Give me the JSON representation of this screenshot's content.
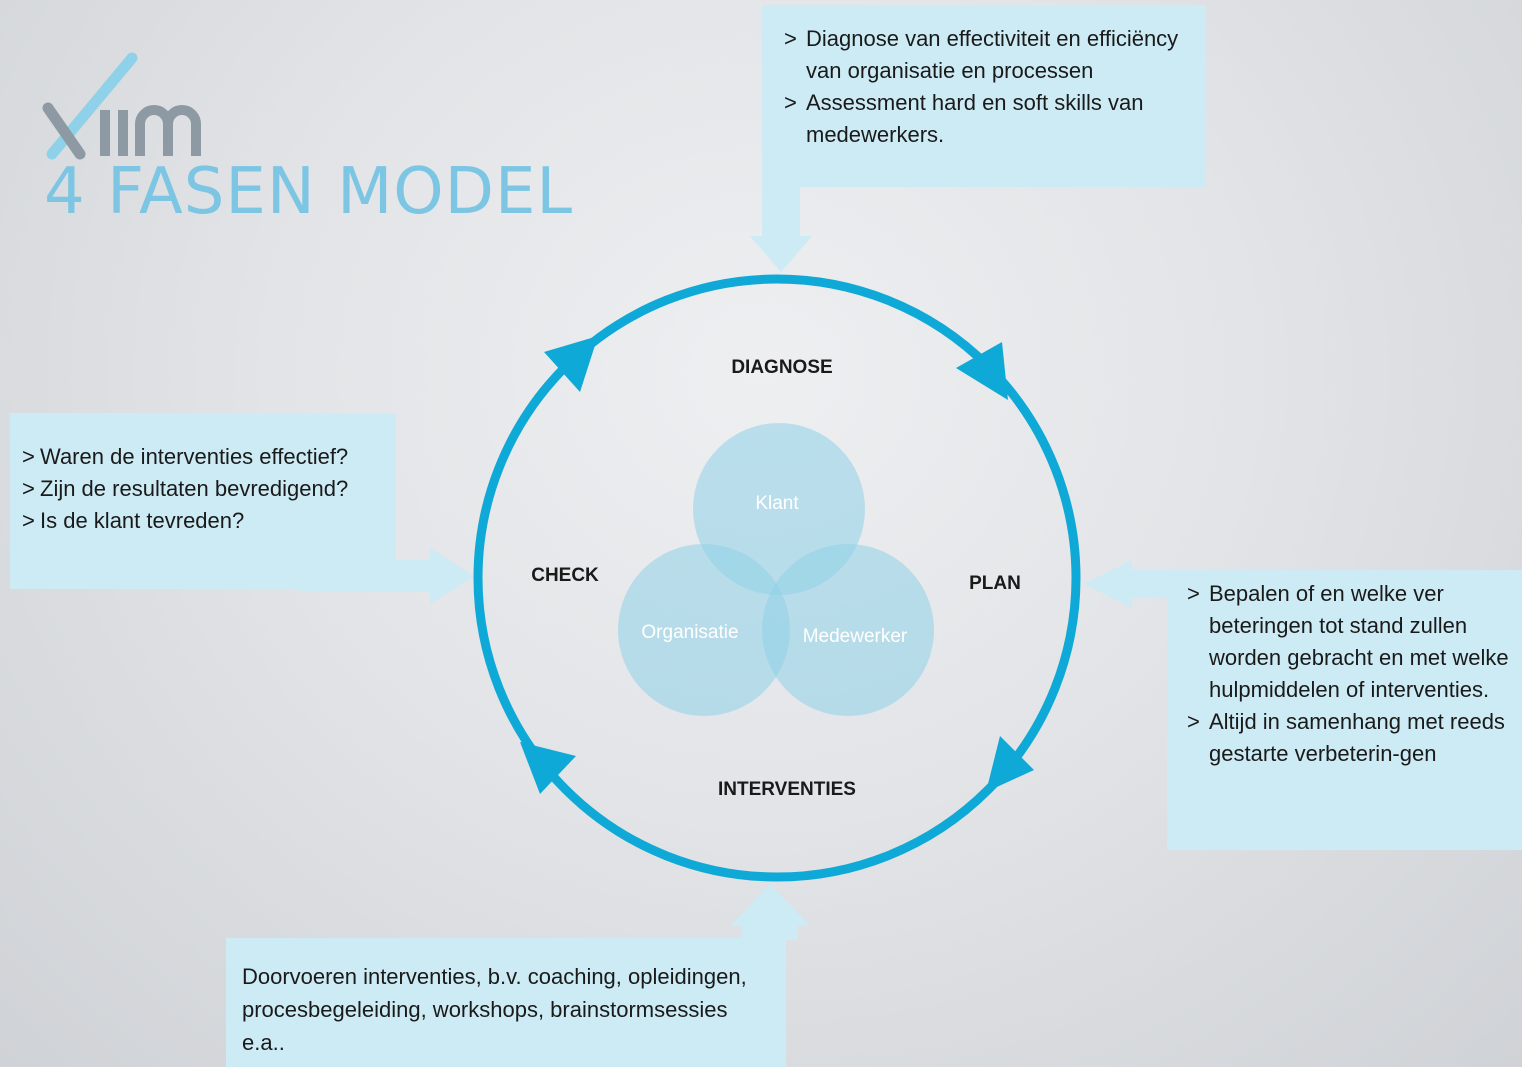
{
  "header": {
    "logo_text": "xiim",
    "title": "4 FASEN MODEL"
  },
  "phases": {
    "diagnose": "DIAGNOSE",
    "plan": "PLAN",
    "interventies": "INTERVENTIES",
    "check": "CHECK"
  },
  "venn": {
    "top": "Klant",
    "left": "Organisatie",
    "right": "Medewerker"
  },
  "boxes": {
    "diagnose_items": [
      "Diagnose van effectiviteit en efficiëncy van organisatie en processen",
      "Assessment hard en soft skills van medewerkers."
    ],
    "check_items": [
      "Waren de interventies effectief?",
      "Zijn de resultaten bevredigend?",
      "Is de klant tevreden?"
    ],
    "plan_items": [
      "Bepalen of en welke ver beteringen tot stand zullen worden gebracht en met welke hulpmiddelen of interventies.",
      "Altijd in samenhang met reeds gestarte verbeterin-gen"
    ],
    "interventies_text": "Doorvoeren interventies, b.v. coaching, opleidingen, procesbegeleiding, workshops, brainstormsessies e.a.."
  },
  "colors": {
    "cycle_blue": "#0ea9d6",
    "light_blue": "#cdebf5",
    "venn_blue": "#8fd1e8",
    "title_blue": "#7cc6e4",
    "logo_gray": "#8d99a3"
  }
}
